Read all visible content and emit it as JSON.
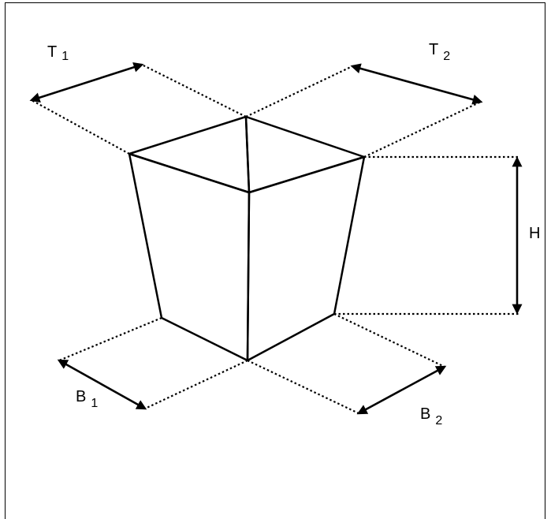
{
  "diagram": {
    "labels": {
      "t1": {
        "main": "T",
        "sub": "1"
      },
      "t2": {
        "main": "T",
        "sub": "2"
      },
      "h": {
        "main": "H"
      },
      "b1": {
        "main": "B",
        "sub": "1"
      },
      "b2": {
        "main": "B",
        "sub": "2"
      }
    },
    "colors": {
      "face_light": "#b2b2b2",
      "top_left": "#999999",
      "top_right": "#000000",
      "outline": "#000000"
    }
  }
}
